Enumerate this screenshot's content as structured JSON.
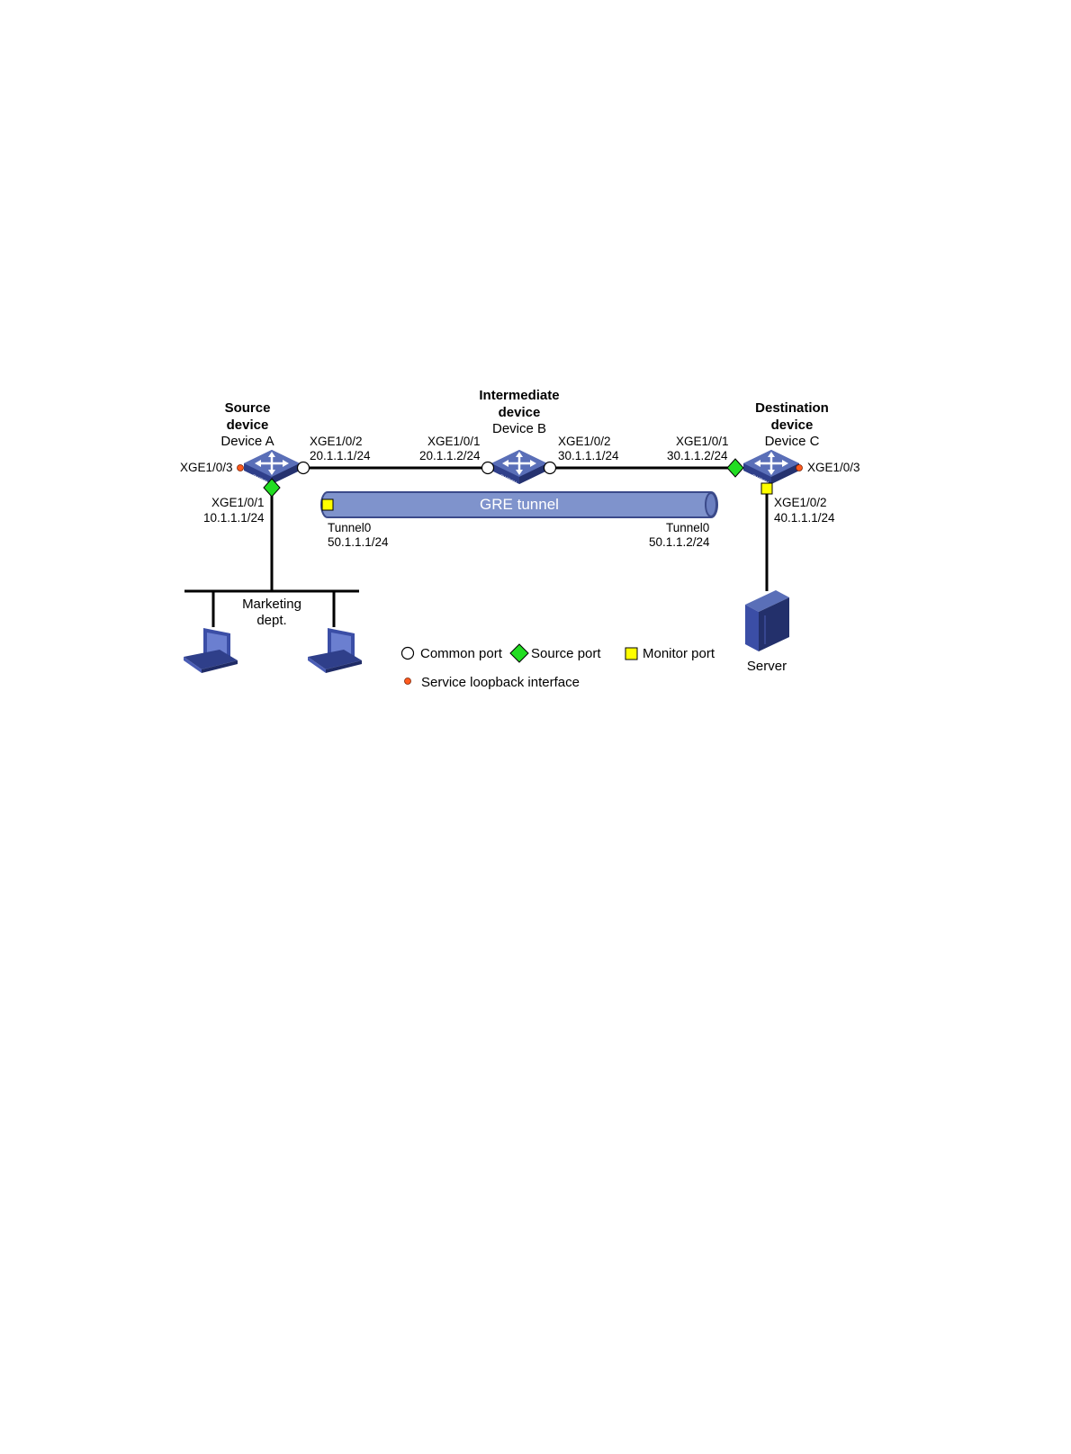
{
  "colors": {
    "switch_top": "#5a6fb8",
    "switch_side": "#2f3f8a",
    "tunnel": "#7f93cc",
    "source_port": "#22dd22",
    "monitor_port": "#ffff00",
    "common_port": "#ffffff",
    "loopback": "#ff5a1e"
  },
  "device_a": {
    "role_line1": "Source",
    "role_line2": "device",
    "name": "Device A",
    "port_left": "XGE1/0/3",
    "port_right": "XGE1/0/2",
    "port_right_ip": "20.1.1.1/24",
    "port_down": "XGE1/0/1",
    "port_down_ip": "10.1.1.1/24"
  },
  "device_b": {
    "role_line1": "Intermediate",
    "role_line2": "device",
    "name": "Device B",
    "port_left": "XGE1/0/1",
    "port_left_ip": "20.1.1.2/24",
    "port_right": "XGE1/0/2",
    "port_right_ip": "30.1.1.1/24"
  },
  "device_c": {
    "role_line1": "Destination",
    "role_line2": "device",
    "name": "Device C",
    "port_left": "XGE1/0/1",
    "port_left_ip": "30.1.1.2/24",
    "port_right": "XGE1/0/3",
    "port_down": "XGE1/0/2",
    "port_down_ip": "40.1.1.1/24"
  },
  "tunnel": {
    "label": "GRE tunnel",
    "left_name": "Tunnel0",
    "left_ip": "50.1.1.1/24",
    "right_name": "Tunnel0",
    "right_ip": "50.1.1.2/24"
  },
  "marketing": {
    "line1": "Marketing",
    "line2": "dept."
  },
  "server": {
    "label": "Server"
  },
  "legend": {
    "common_port": "Common port",
    "source_port": "Source port",
    "monitor_port": "Monitor port",
    "loopback": "Service loopback interface"
  }
}
